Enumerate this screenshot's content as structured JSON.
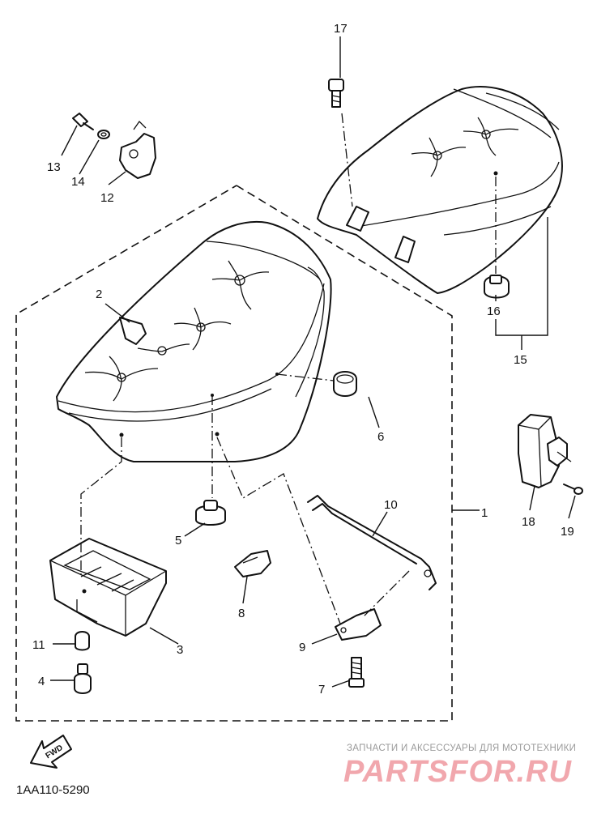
{
  "callouts": {
    "c1": "1",
    "c2": "2",
    "c3": "3",
    "c4": "4",
    "c5": "5",
    "c6": "6",
    "c7": "7",
    "c8": "8",
    "c9": "9",
    "c10": "10",
    "c11": "11",
    "c12": "12",
    "c13": "13",
    "c14": "14",
    "c15": "15",
    "c16": "16",
    "c17": "17",
    "c18": "18",
    "c19": "19"
  },
  "fwd_label": "FWD",
  "diagram_code": "1AA110-5290",
  "watermark": {
    "tagline": "ЗАПЧАСТИ И АКСЕССУАРЫ ДЛЯ МОТОТЕХНИКИ",
    "brand": "PARTSFOR.RU",
    "color": "#f1a7ad"
  }
}
